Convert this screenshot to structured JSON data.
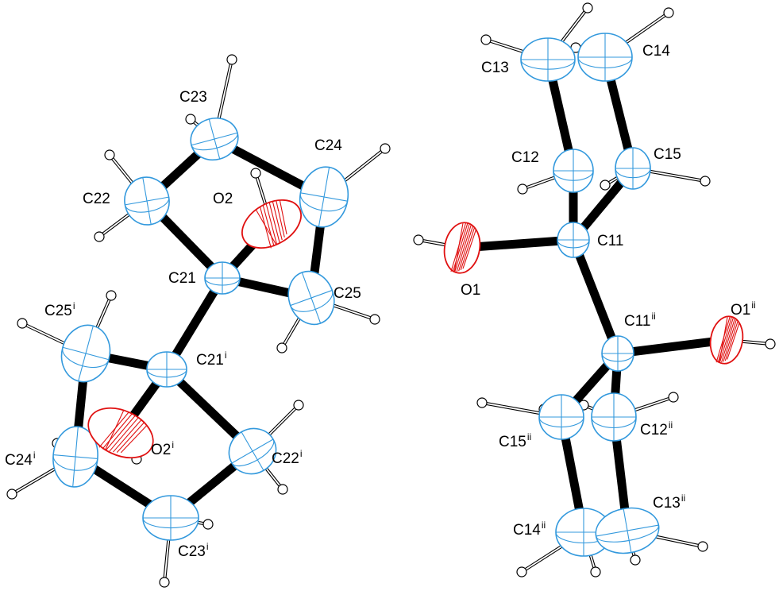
{
  "labels": {
    "c23": {
      "base": "C23",
      "sup": ""
    },
    "c24": {
      "base": "C24",
      "sup": ""
    },
    "c22": {
      "base": "C22",
      "sup": ""
    },
    "o2": {
      "base": "O2",
      "sup": ""
    },
    "c21": {
      "base": "C21",
      "sup": ""
    },
    "c25": {
      "base": "C25",
      "sup": ""
    },
    "c25i": {
      "base": "C25",
      "sup": "i"
    },
    "c21i": {
      "base": "C21",
      "sup": "i"
    },
    "c24i": {
      "base": "C24",
      "sup": "i"
    },
    "o2i": {
      "base": "O2",
      "sup": "i"
    },
    "c22i": {
      "base": "C22",
      "sup": "i"
    },
    "c23i": {
      "base": "C23",
      "sup": "i"
    },
    "c13": {
      "base": "C13",
      "sup": ""
    },
    "c14": {
      "base": "C14",
      "sup": ""
    },
    "c12": {
      "base": "C12",
      "sup": ""
    },
    "c15": {
      "base": "C15",
      "sup": ""
    },
    "c11": {
      "base": "C11",
      "sup": ""
    },
    "o1": {
      "base": "O1",
      "sup": ""
    },
    "c11ii": {
      "base": "C11",
      "sup": "ii"
    },
    "o1ii": {
      "base": "O1",
      "sup": "ii"
    },
    "c15ii": {
      "base": "C15",
      "sup": "ii"
    },
    "c12ii": {
      "base": "C12",
      "sup": "ii"
    },
    "c13ii": {
      "base": "C13",
      "sup": "ii"
    },
    "c14ii": {
      "base": "C14",
      "sup": "ii"
    }
  },
  "colors": {
    "carbon": "#3399dd",
    "oxygen": "#e01010",
    "bond": "#000000",
    "hydrogen": "#ffffff"
  }
}
